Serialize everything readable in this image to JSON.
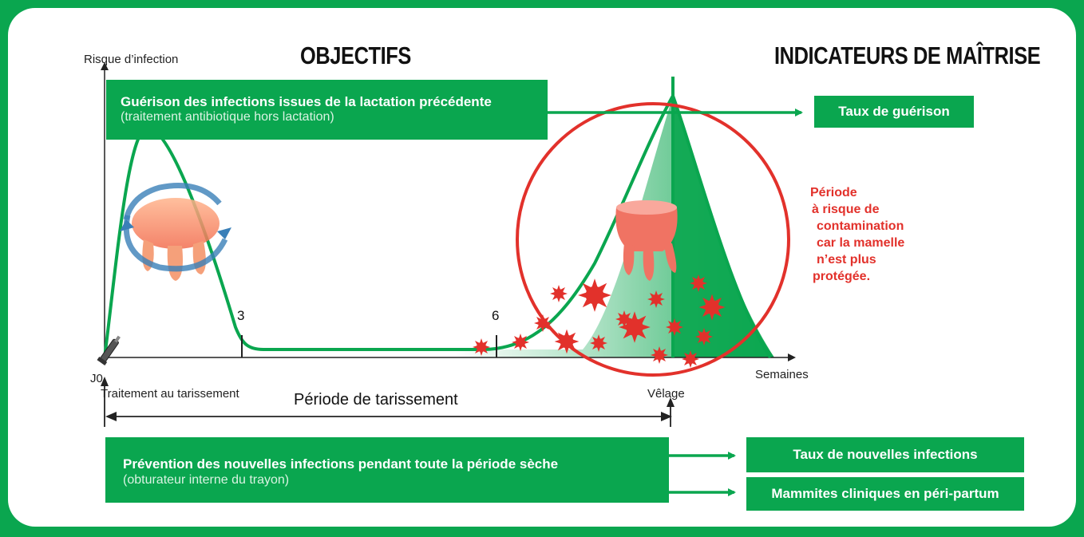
{
  "headings": {
    "objectifs": "OBJECTIFS",
    "indicateurs": "INDICATEURS DE MAÎTRISE"
  },
  "axes": {
    "y_label": "Risque d’infection",
    "x_label": "Semaines",
    "j0": "J0",
    "start_label": "Traitement au tarissement",
    "end_label": "Vêlage",
    "tick_3": "3",
    "tick_6": "6"
  },
  "period": {
    "label": "Période de tarissement"
  },
  "objective_top": {
    "title": "Guérison des infections issues de la lactation précédente",
    "subtitle": "(traitement antibiotique hors lactation)"
  },
  "objective_bottom": {
    "title": "Prévention des nouvelles infections pendant toute la période sèche",
    "subtitle": "(obturateur interne du trayon)"
  },
  "indicators": {
    "cure_rate": "Taux de guérison",
    "new_infections": "Taux de nouvelles infections",
    "clinical_mastitis": "Mammites cliniques en péri-partum"
  },
  "risk_note": {
    "lines": [
      "Période",
      " à risque de",
      " contamination",
      " car la mamelle",
      " n’est plus",
      "protégée."
    ]
  },
  "colors": {
    "brand_green": "#0aa64f",
    "risk_red": "#e2312b"
  },
  "icons": [
    "udder-rotating-arrows-icon",
    "udder-icon",
    "bacteria-icon",
    "syringe-icon"
  ]
}
